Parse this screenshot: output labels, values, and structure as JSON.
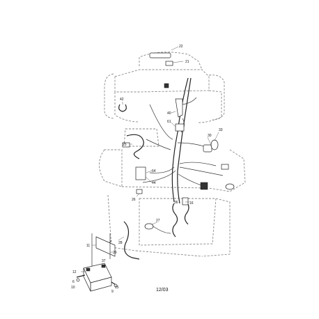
{
  "callouts": {
    "c22": "22",
    "c21": "21",
    "c42": "42",
    "c40": "40",
    "c61": "61",
    "c30": "30",
    "c33": "33",
    "c25": "25",
    "c64": "64",
    "c44": "44",
    "c26": "26",
    "c27": "27",
    "c28": "28",
    "c36": "36",
    "c16": "16",
    "c11": "11",
    "c29": "29",
    "c37": "37",
    "c12": "12",
    "c15": "15",
    "c6": "6",
    "c10": "10",
    "c9": "9"
  },
  "footer": {
    "date_code": "12/03"
  }
}
